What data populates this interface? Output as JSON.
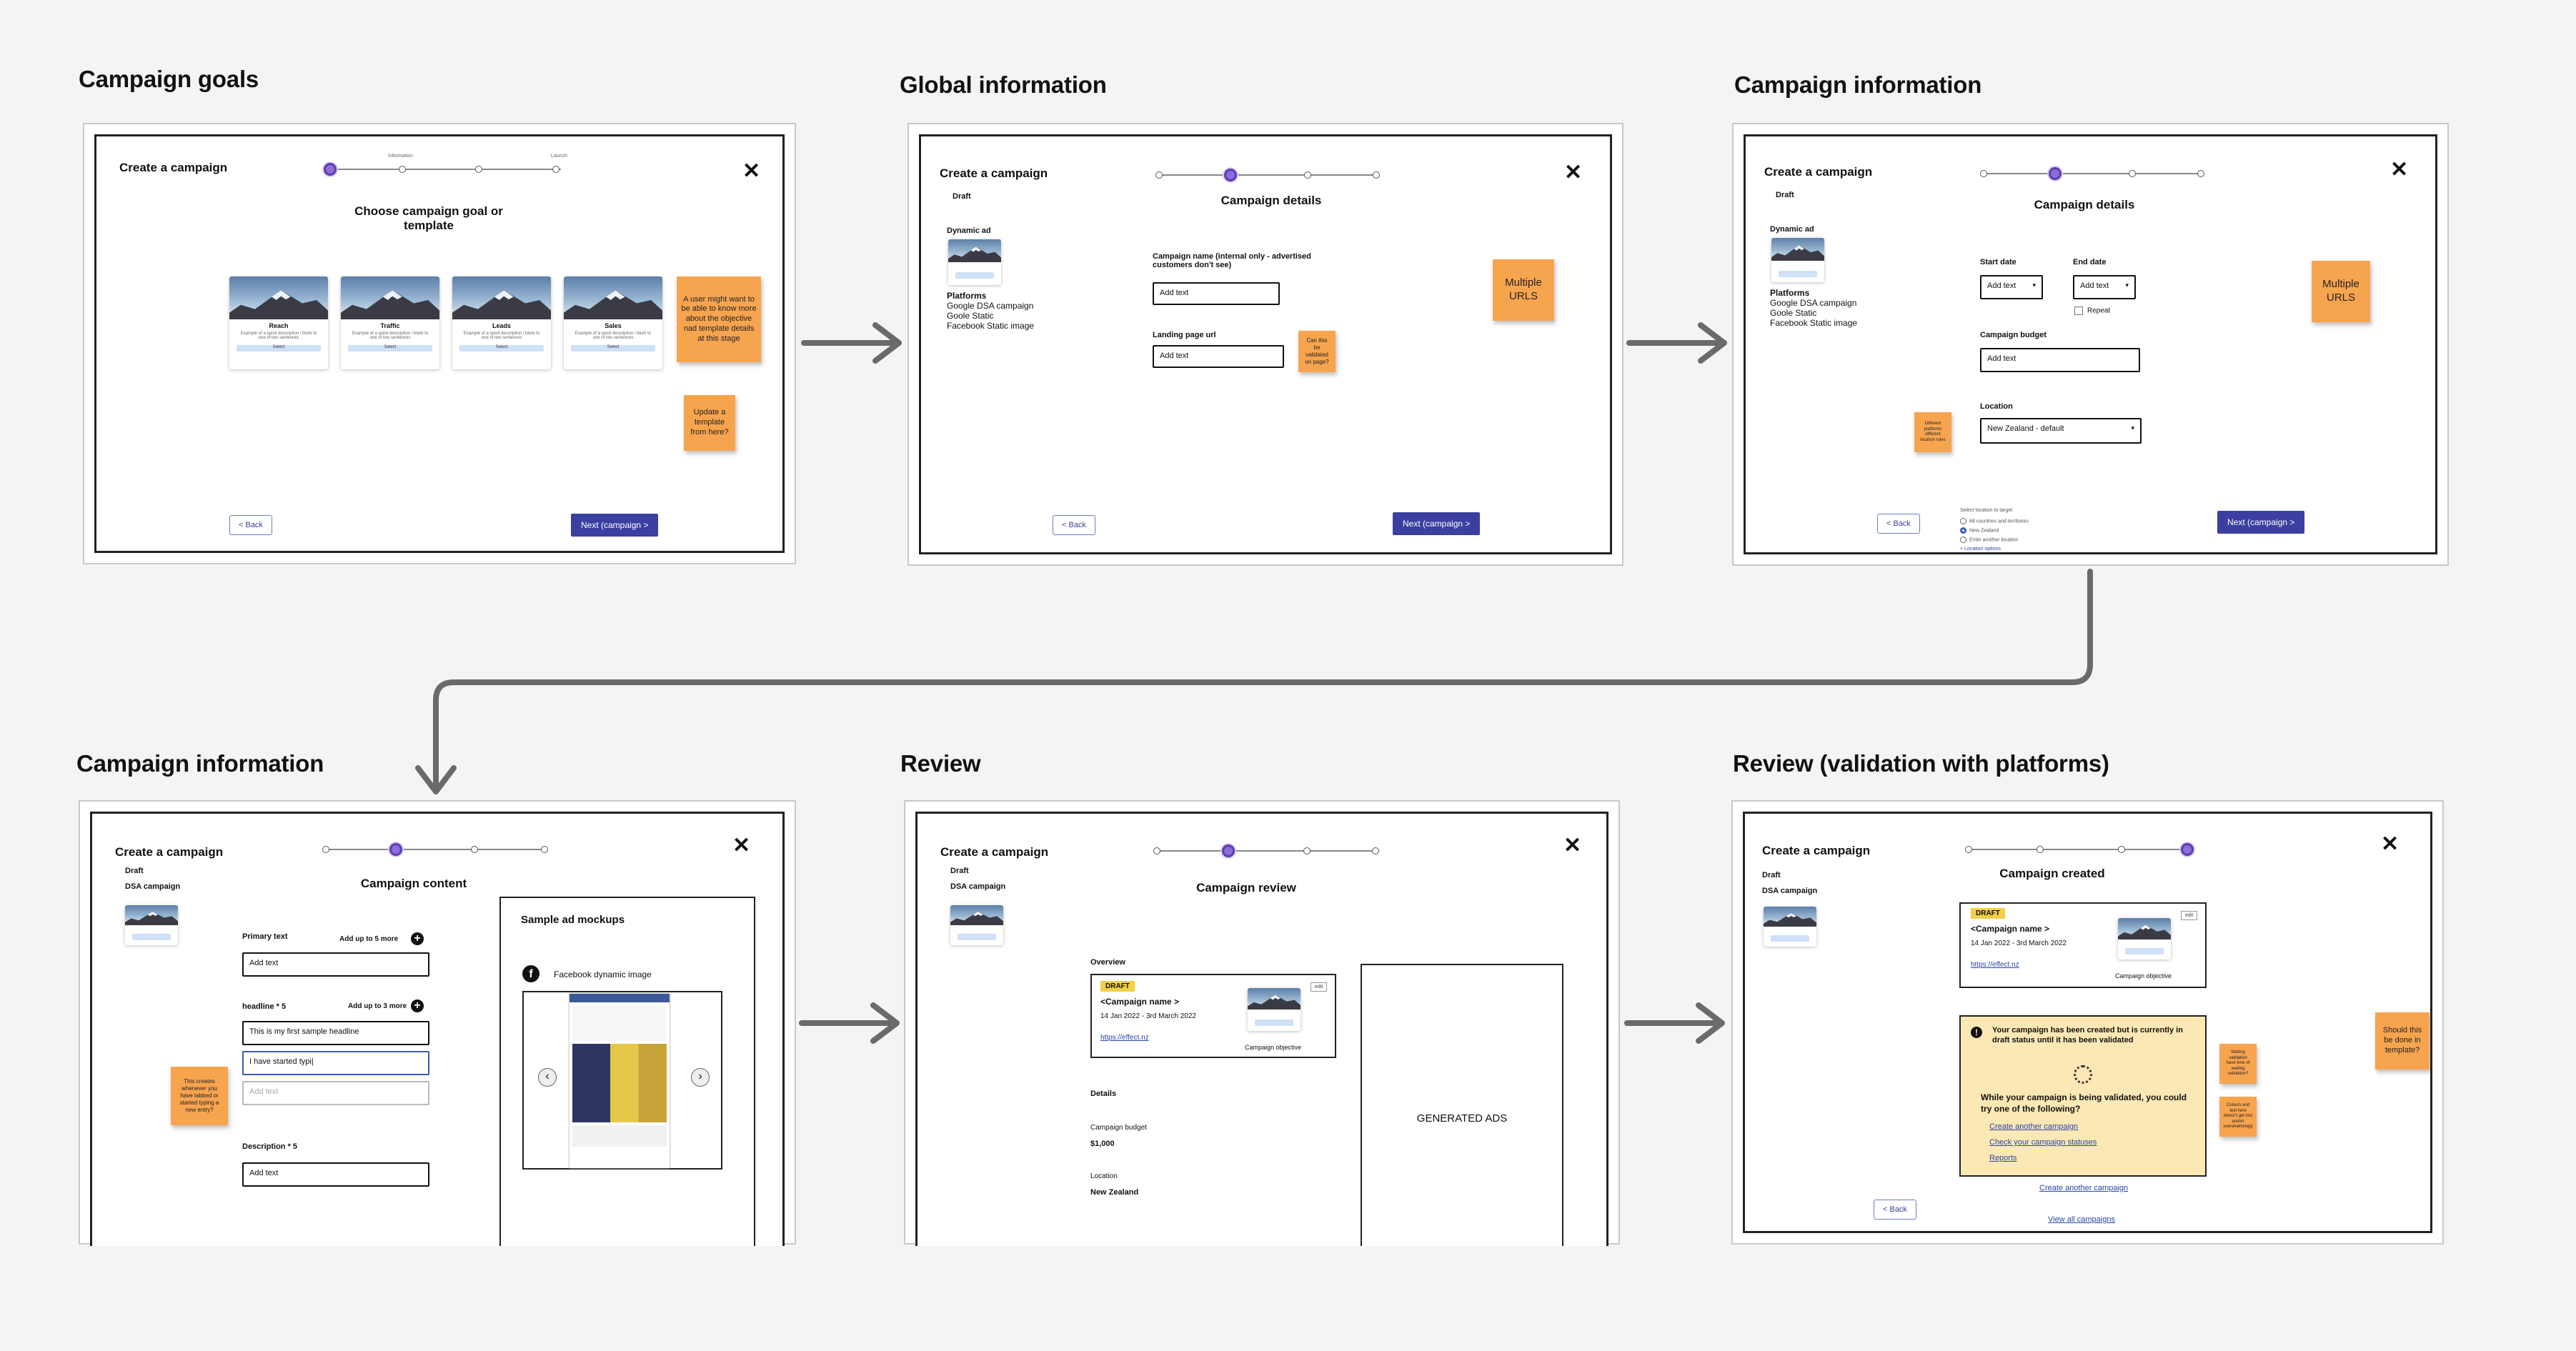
{
  "sections": [
    {
      "title": "Campaign goals"
    },
    {
      "title": "Global information"
    },
    {
      "title": "Campaign information"
    },
    {
      "title": "Campaign information"
    },
    {
      "title": "Review"
    },
    {
      "title": "Review (validation with platforms)"
    }
  ],
  "common": {
    "modal_title": "Create a campaign",
    "close": "✕",
    "next_label": "Next (campaign >",
    "back_label": "< Back",
    "draft": "Draft",
    "dsa_campaign": "DSA campaign"
  },
  "s1": {
    "heading": "Choose campaign goal or template",
    "cards": [
      {
        "name": "Reach",
        "desc": "Example of a quick description / blurb to one of two sentences",
        "btn": "Select"
      },
      {
        "name": "Traffic",
        "desc": "Example of a quick description / blurb to one of two sentences",
        "btn": "Select"
      },
      {
        "name": "Leads",
        "desc": "Example of a quick description / blurb to one of two sentences",
        "btn": "Select"
      },
      {
        "name": "Sales",
        "desc": "Example of a quick description / blurb to one of two sentences",
        "btn": "Select"
      }
    ],
    "sticky_1": "A user might want to be able to know more about the objective nad template details at this stage",
    "sticky_2": "Update a template from here?",
    "stepper_labels": [
      "",
      "Information",
      "",
      "Launch"
    ]
  },
  "s2": {
    "heading": "Campaign details",
    "side_draft": "Draft",
    "side_dynamic": "Dynamic ad",
    "side_platforms": "Platforms",
    "side_platform_list": [
      "Google DSA campaign",
      "Goole Static",
      "Facebook Static image"
    ],
    "name_label": "Campaign name (internal only - advertised customers don't see)",
    "name_value": "Add text",
    "url_label": "Landing page url",
    "url_value": "Add text",
    "sticky_small": "Can this be validated on page?",
    "sticky_big": "Multiple URLS"
  },
  "s3": {
    "heading": "Campaign details",
    "side_draft": "Draft",
    "side_dynamic": "Dynamic ad",
    "side_platforms": "Platforms",
    "side_platform_list": [
      "Google DSA campaign",
      "Goole Static",
      "Facebook Static image"
    ],
    "start_label": "Start date",
    "start_value": "Add text",
    "end_label": "End date",
    "end_value": "Add text",
    "repeat_label": "Repeat",
    "budget_label": "Campaign budget",
    "budget_value": "Add text",
    "location_label": "Location",
    "location_value": "New Zealand - default",
    "location_options_title": "Select location to target",
    "location_options": [
      "All countries and territories",
      "New Zealand",
      "Enter another location"
    ],
    "location_options_link": "+ Location options",
    "sticky_small": "Different platforms different location rules",
    "sticky_big": "Multiple URLS"
  },
  "s4": {
    "heading": "Campaign content",
    "primary_label": "Primary text",
    "primary_add": "Add up to 5 more",
    "primary_value": "Add text",
    "headline_label": "headline * 5",
    "headline_add": "Add up to 3 more",
    "headline_values": [
      "This is my first sample headline",
      "I have started typi|",
      "Add text"
    ],
    "desc_label": "Description * 5",
    "desc_value": "Add text",
    "sticky": "This creates whenever you have tabbed or started typing a new entry?",
    "mockups_title": "Sample ad mockups",
    "fb_label": "Facebook dynamic image",
    "nav_prev": "‹",
    "nav_next": "›"
  },
  "s5": {
    "heading": "Campaign review",
    "overview_label": "Overview",
    "draft_badge": "DRAFT",
    "campaign_name": "<Campaign name >",
    "dates": "14 Jan 2022 - 3rd March 2022",
    "link": "https://effect.nz",
    "objective": "Campaign objective",
    "edit": "edit",
    "details_label": "Details",
    "budget_label": "Campaign budget",
    "budget_value": "$1,000",
    "location_label": "Location",
    "location_value": "New Zealand",
    "generated": "GENERATED ADS"
  },
  "s6": {
    "heading": "Campaign created",
    "draft_badge": "DRAFT",
    "campaign_name": "<Campaign name >",
    "dates": "14 Jan 2022 - 3rd March 2022",
    "link": "https://effect.nz",
    "objective": "Campaign objective",
    "edit": "edit",
    "notice": "Your campaign has been created but is currently in draft status until it has been validated",
    "while": "While your campaign is being validated, you could try one of the following?",
    "links": [
      "Create another campaign",
      "Check your campaign statuses",
      "Reports"
    ],
    "below_links": [
      "Create another campaign",
      "View all campaigns"
    ],
    "sticky_1": "Waiting validation have time of waiting validation?",
    "sticky_2": "Colours and text here doesn't get lost and/or overwhelmingly",
    "sticky_3": "Should this be done in template?"
  }
}
